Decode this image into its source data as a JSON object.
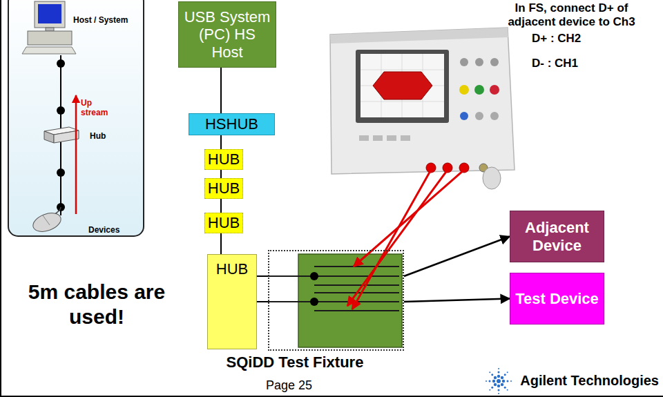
{
  "diagram": {
    "nodes": [
      {
        "text": [
          "USB System (PC) HS Host"
        ]
      },
      {
        "text": [
          "HSHUB"
        ]
      },
      {
        "text": [
          "HUB"
        ]
      },
      {
        "text": [
          "HUB"
        ]
      },
      {
        "text": [
          "HUB"
        ]
      },
      {
        "text": [
          "HUB"
        ]
      },
      {
        "text": [
          "SQiDD Test Fixture"
        ]
      },
      {
        "text": [
          "Adjacent Device"
        ]
      },
      {
        "text": [
          "Test Device"
        ]
      }
    ],
    "edges": [
      {
        "from": 0,
        "to": 1,
        "arrow": "none"
      },
      {
        "from": 1,
        "to": 2,
        "arrow": "none"
      },
      {
        "from": 2,
        "to": 3,
        "arrow": "none"
      },
      {
        "from": 3,
        "to": 4,
        "arrow": "none"
      },
      {
        "from": 4,
        "to": 5,
        "arrow": "none"
      },
      {
        "from": 5,
        "to": 6,
        "arrow": "none"
      },
      {
        "from": 5,
        "to": 6,
        "arrow": "none"
      },
      {
        "from": 6,
        "to": 7,
        "arrow": "to"
      },
      {
        "from": 6,
        "to": 8,
        "arrow": "to"
      }
    ],
    "labels": [
      "In FS, connect D+ of adjacent device to Ch3",
      "D+ : CH2",
      "D- : CH1",
      "Host / System",
      "Up stream",
      "Hub",
      "Devices",
      "5m cables are used!",
      "Page 25",
      "Agilent Technologies"
    ]
  }
}
